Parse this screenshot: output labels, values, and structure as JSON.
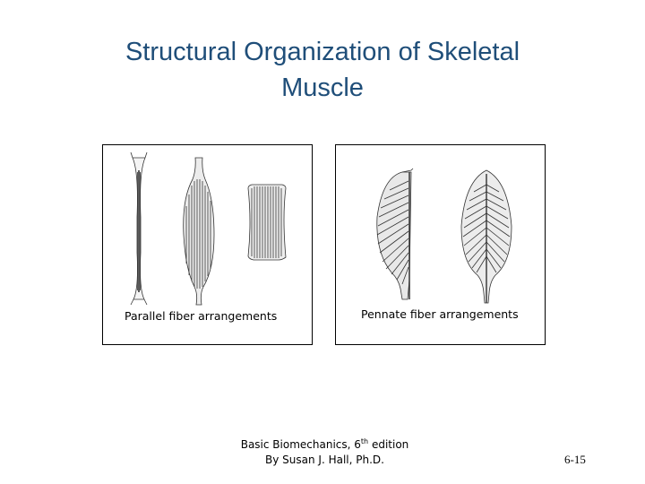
{
  "slide": {
    "title_line1": "Structural Organization of Skeletal",
    "title_line2": "Muscle",
    "parallel_caption": "Parallel fiber arrangements",
    "pennate_caption": "Pennate fiber arrangements",
    "footer_line1_prefix": "Basic Biomechanics, 6",
    "footer_line1_sup": "th",
    "footer_line1_suffix": " edition",
    "footer_line2": "By Susan J. Hall, Ph.D.",
    "page_number": "6-15"
  }
}
